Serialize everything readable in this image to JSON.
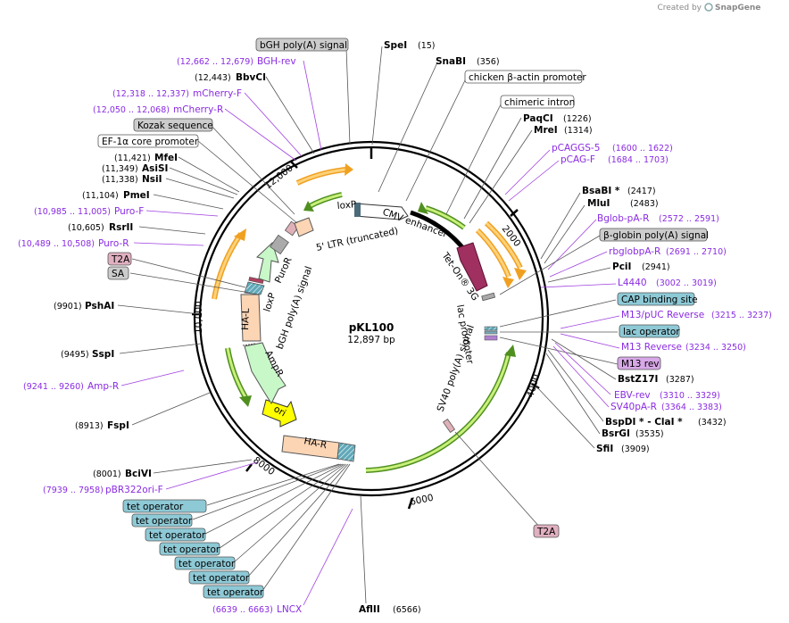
{
  "watermark": "Created by SnapGene",
  "plasmid": {
    "name": "pKL100",
    "size": "12,897 bp"
  },
  "ticks": [
    "2000",
    "4000",
    "6000",
    "8000",
    "10,000",
    "12,000"
  ],
  "features_inner": {
    "loxP_top": "loxP",
    "ltr": "5' LTR (truncated)",
    "cmv": "CMV enhancer",
    "teton": "Tet-On® 3G",
    "lac": "lac promoter",
    "sv40": "SV40 poly(A) signal",
    "har": "HA-R",
    "ori": "ori",
    "ampr": "AmpR",
    "hal": "HA-L",
    "loxP_left": "loxP",
    "puror": "PuroR",
    "bgh": "bGH poly(A) signal"
  },
  "labels_right": [
    {
      "name": "SpeI",
      "pos": "(15)",
      "type": "enz"
    },
    {
      "name": "SnaBI",
      "pos": "(356)",
      "type": "enz"
    },
    {
      "name": "chicken β-actin promoter",
      "type": "box-white"
    },
    {
      "name": "chimeric intron",
      "type": "box-white"
    },
    {
      "name": "PaqCI",
      "pos": "(1226)",
      "type": "enz"
    },
    {
      "name": "MreI",
      "pos": "(1314)",
      "type": "enz"
    },
    {
      "name": "pCAGGS-5",
      "pos": "(1600 .. 1622)",
      "type": "pri"
    },
    {
      "name": "pCAG-F",
      "pos": "(1684 .. 1703)",
      "type": "pri"
    },
    {
      "name": "BsaBI *",
      "pos": "(2417)",
      "type": "enz"
    },
    {
      "name": "MluI",
      "pos": "(2483)",
      "type": "enz"
    },
    {
      "name": "Bglob-pA-R",
      "pos": "(2572 .. 2591)",
      "type": "pri"
    },
    {
      "name": "β-globin poly(A) signal",
      "type": "box-gray"
    },
    {
      "name": "rbglobpA-R",
      "pos": "(2691 .. 2710)",
      "type": "pri"
    },
    {
      "name": "PciI",
      "pos": "(2941)",
      "type": "enz"
    },
    {
      "name": "L4440",
      "pos": "(3002 .. 3019)",
      "type": "pri"
    },
    {
      "name": "CAP binding site",
      "type": "box-teal"
    },
    {
      "name": "M13/pUC Reverse",
      "pos": "(3215 .. 3237)",
      "type": "pri"
    },
    {
      "name": "lac operator",
      "type": "box-teal"
    },
    {
      "name": "M13 Reverse",
      "pos": "(3234 .. 3250)",
      "type": "pri"
    },
    {
      "name": "M13 rev",
      "type": "box-purple"
    },
    {
      "name": "BstZ17I",
      "pos": "(3287)",
      "type": "enz"
    },
    {
      "name": "EBV-rev",
      "pos": "(3310 .. 3329)",
      "type": "pri"
    },
    {
      "name": "SV40pA-R",
      "pos": "(3364 .. 3383)",
      "type": "pri"
    },
    {
      "name": "BspDI * - ClaI *",
      "pos": "(3432)",
      "type": "enz"
    },
    {
      "name": "BsrGI",
      "pos": "(3535)",
      "type": "enz"
    },
    {
      "name": "SfiI",
      "pos": "(3909)",
      "type": "enz"
    },
    {
      "name": "T2A",
      "type": "box-pink"
    }
  ],
  "labels_left": [
    {
      "name": "bGH poly(A) signal",
      "type": "box-gray"
    },
    {
      "name": "BGH-rev",
      "pos": "(12,662 .. 12,679)",
      "type": "pri"
    },
    {
      "name": "BbvCI",
      "pos": "(12,443)",
      "type": "enz"
    },
    {
      "name": "mCherry-F",
      "pos": "(12,318 .. 12,337)",
      "type": "pri"
    },
    {
      "name": "mCherry-R",
      "pos": "(12,050 .. 12,068)",
      "type": "pri"
    },
    {
      "name": "Kozak sequence",
      "type": "box-gray"
    },
    {
      "name": "EF-1α core promoter",
      "type": "box-white"
    },
    {
      "name": "MfeI",
      "pos": "(11,421)",
      "type": "enz"
    },
    {
      "name": "AsiSI",
      "pos": "(11,349)",
      "type": "enz"
    },
    {
      "name": "NsiI",
      "pos": "(11,338)",
      "type": "enz"
    },
    {
      "name": "PmeI",
      "pos": "(11,104)",
      "type": "enz"
    },
    {
      "name": "Puro-F",
      "pos": "(10,985 .. 11,005)",
      "type": "pri"
    },
    {
      "name": "RsrII",
      "pos": "(10,605)",
      "type": "enz"
    },
    {
      "name": "Puro-R",
      "pos": "(10,489 .. 10,508)",
      "type": "pri"
    },
    {
      "name": "T2A",
      "type": "box-pink"
    },
    {
      "name": "SA",
      "type": "box-gray"
    },
    {
      "name": "PshAI",
      "pos": "(9901)",
      "type": "enz"
    },
    {
      "name": "SspI",
      "pos": "(9495)",
      "type": "enz"
    },
    {
      "name": "Amp-R",
      "pos": "(9241 .. 9260)",
      "type": "pri"
    },
    {
      "name": "FspI",
      "pos": "(8913)",
      "type": "enz"
    },
    {
      "name": "BciVI",
      "pos": "(8001)",
      "type": "enz"
    },
    {
      "name": "pBR322ori-F",
      "pos": "(7939 .. 7958)",
      "type": "pri"
    },
    {
      "name": "tet operator",
      "type": "box-teal"
    },
    {
      "name": "LNCX",
      "pos": "(6639 .. 6663)",
      "type": "pri"
    },
    {
      "name": "AflII",
      "pos": "(6566)",
      "type": "enz"
    }
  ]
}
